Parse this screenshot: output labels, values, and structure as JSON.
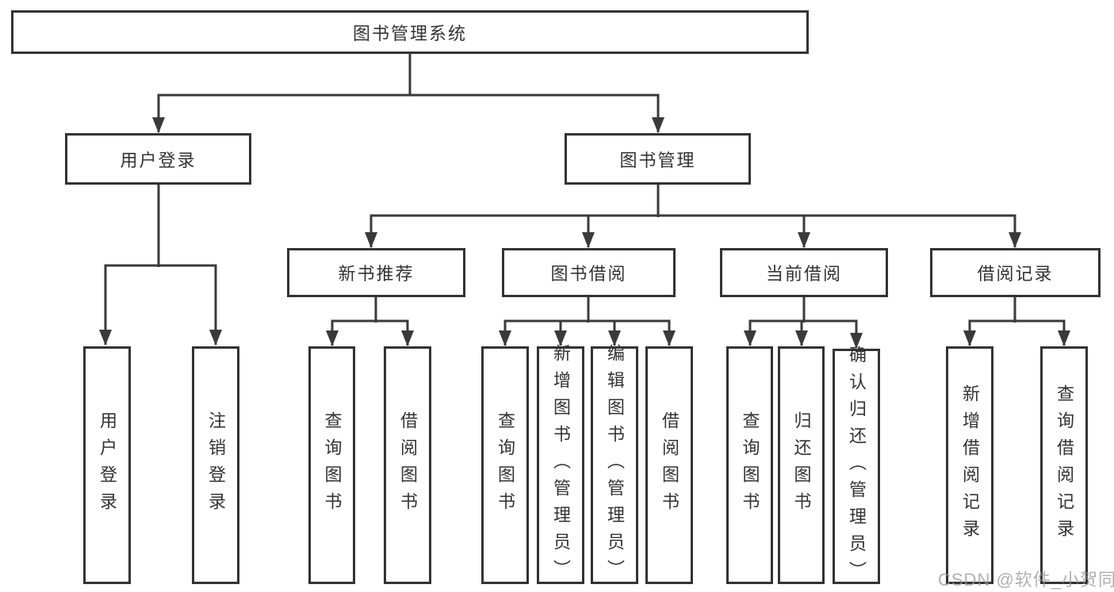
{
  "colors": {
    "line": "#3a3a3a",
    "box_border": "#333333",
    "text": "#333333",
    "watermark": "#969696"
  },
  "watermark": "CSDN @软件_小贺同学",
  "tree": {
    "root": {
      "label": "图书管理系统",
      "children": [
        {
          "label": "用户登录",
          "children": [
            {
              "label": "用户登录"
            },
            {
              "label": "注销登录"
            }
          ]
        },
        {
          "label": "图书管理",
          "children": [
            {
              "label": "新书推荐",
              "children": [
                {
                  "label": "查询图书"
                },
                {
                  "label": "借阅图书"
                }
              ]
            },
            {
              "label": "图书借阅",
              "children": [
                {
                  "label": "查询图书"
                },
                {
                  "label": "新增图书（管理员）"
                },
                {
                  "label": "编辑图书（管理员）"
                },
                {
                  "label": "借阅图书"
                }
              ]
            },
            {
              "label": "当前借阅",
              "children": [
                {
                  "label": "查询图书"
                },
                {
                  "label": "归还图书"
                },
                {
                  "label": "确认归还（管理员）"
                }
              ]
            },
            {
              "label": "借阅记录",
              "children": [
                {
                  "label": "新增借阅记录"
                },
                {
                  "label": "查询借阅记录"
                }
              ]
            }
          ]
        }
      ]
    }
  }
}
